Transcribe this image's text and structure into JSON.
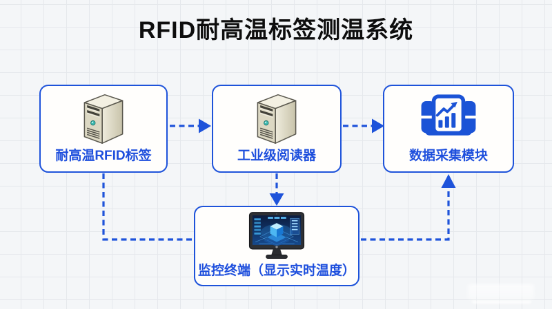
{
  "title": "RFID耐高温标签测温系统",
  "nodes": [
    {
      "id": "tag",
      "label": "耐高温RFID标签",
      "icon": "server-icon"
    },
    {
      "id": "reader",
      "label": "工业级阅读器",
      "icon": "server-icon"
    },
    {
      "id": "daq",
      "label": "数据采集模块",
      "icon": "chart-module-icon"
    },
    {
      "id": "terminal",
      "label": "监控终端（显示实时温度）",
      "icon": "monitor-icon"
    }
  ],
  "connections": [
    {
      "from": "耐高温RFID标签",
      "to": "工业级阅读器",
      "type": "dashed-arrow-right"
    },
    {
      "from": "工业级阅读器",
      "to": "数据采集模块",
      "type": "dashed-arrow-right"
    },
    {
      "from": "工业级阅读器",
      "to": "监控终端（显示实时温度）",
      "type": "dashed-arrow-down"
    },
    {
      "from": "耐高温RFID标签",
      "to": "监控终端（显示实时温度）",
      "type": "dashed-elbow"
    },
    {
      "from": "监控终端（显示实时温度）",
      "to": "数据采集模块",
      "type": "dashed-elbow-arrow-up"
    }
  ],
  "colors": {
    "accent_blue": "#1e53da",
    "label_blue": "#1e4fdd",
    "box_background": "#fffefc",
    "canvas_background": "#f4f6f8",
    "grid_line": "#e5e8ec",
    "title_text": "#0d0d0d",
    "server_beige": "#dcd8c3",
    "monitor_bezel": "#2e3034",
    "screen_navy": "#0b1c3e",
    "cube_cyan": "#4db7f2"
  }
}
